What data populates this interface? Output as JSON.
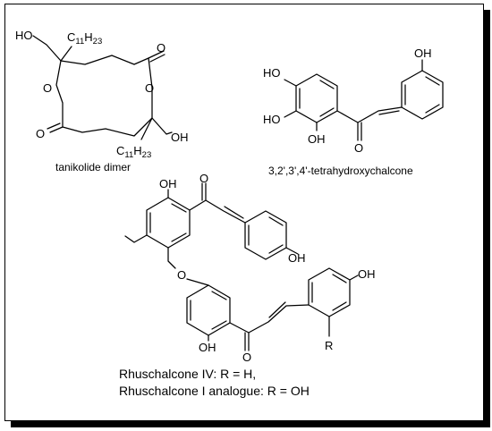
{
  "captions": {
    "tanikolide": "tanikolide dimer",
    "chalcone": "3,2',3',4'-tetrahydroxychalcone"
  },
  "rhus": {
    "line1": "Rhuschalcone IV: R = H,",
    "line2": "Rhuschalcone I analogue: R = OH"
  },
  "labels": {
    "oh": "OH",
    "ho": "HO",
    "o": "O",
    "r": "R",
    "c11": "C",
    "h23": "H",
    "sub11": "11",
    "sub23": "23"
  },
  "colors": {
    "frame": "#000000",
    "background": "#ffffff"
  }
}
